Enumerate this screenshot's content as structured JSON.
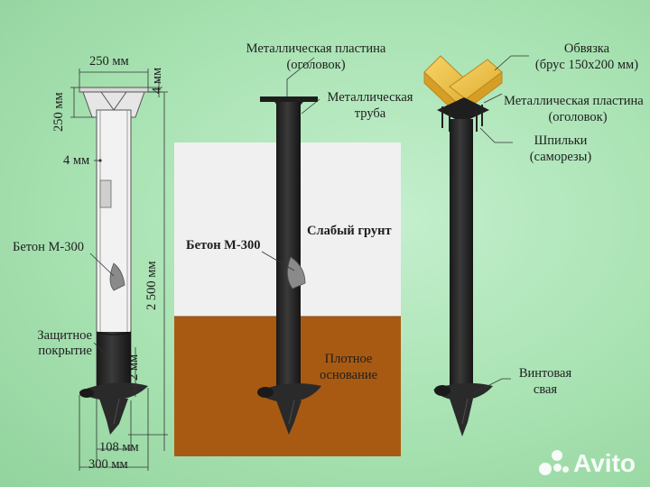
{
  "left_pile": {
    "dim_top_width": "250 мм",
    "dim_head_height": "250 мм",
    "dim_plate_thickness": "4 мм",
    "dim_wall_thickness": "4 мм",
    "dim_length": "2 500 мм",
    "dim_blade_thickness": "2 мм",
    "dim_pipe_diameter": "108 мм",
    "dim_blade_diameter": "300 мм",
    "label_concrete": "Бетон М-300",
    "label_coating_line1": "Защитное",
    "label_coating_line2": "покрытие"
  },
  "middle_pile": {
    "label_plate_line1": "Металлическая пластина",
    "label_plate_line2": "(оголовок)",
    "label_pipe_line1": "Металлическая",
    "label_pipe_line2": "труба",
    "label_concrete": "Бетон М-300",
    "label_weak_soil": "Слабый грунт",
    "label_dense_line1": "Плотное",
    "label_dense_line2": "основание"
  },
  "right_pile": {
    "label_strapping_line1": "Обвязка",
    "label_strapping_line2": "(брус 150х200 мм)",
    "label_plate_line1": "Металлическая пластина",
    "label_plate_line2": "(оголовок)",
    "label_studs_line1": "Шпильки",
    "label_studs_line2": "(саморезы)",
    "label_pile_line1": "Винтовая",
    "label_pile_line2": "свая"
  },
  "watermark": {
    "brand": "Avito"
  },
  "colors": {
    "background": "#a8e2b2",
    "weak_soil": "#f0f0f0",
    "dense_soil": "#a95a12",
    "pile": "#2a2a2a",
    "timber": "#f2c64a",
    "concrete": "#8a8a8a"
  }
}
